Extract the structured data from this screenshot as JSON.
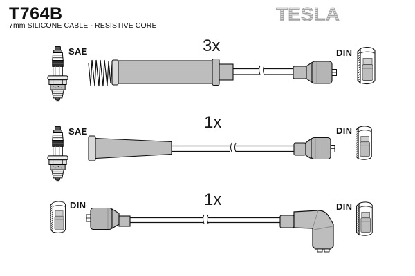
{
  "header": {
    "part_number": "T764B",
    "subtitle": "7mm SILICONE CABLE - RESISTIVE CORE",
    "brand": "TESLA"
  },
  "rows": [
    {
      "quantity_label": "3x",
      "left_connector_label": "SAE",
      "right_connector_label": "DIN",
      "left_icon": "spark-plug-icon",
      "right_icon": "din-connector-icon",
      "cable_features": "coil-spring, straight cylindrical boot, wire with break mark, tapered distributor boot"
    },
    {
      "quantity_label": "1x",
      "left_connector_label": "SAE",
      "right_connector_label": "DIN",
      "left_icon": "spark-plug-icon",
      "right_icon": "din-connector-icon",
      "cable_features": "long tapered plug boot, wire with break mark, tapered distributor boot"
    },
    {
      "quantity_label": "1x",
      "left_connector_label": "DIN",
      "right_connector_label": "DIN",
      "left_icon": "din-connector-icon",
      "right_icon": "din-connector-icon",
      "cable_features": "straight distributor boot, wire with break mark, angled elbow boot"
    }
  ],
  "colors": {
    "boot_gray": "#bdbdbd",
    "boot_gray_dark": "#b5b5b5",
    "outline": "#111111",
    "logo_gray": "#a6a6a6",
    "background": "#ffffff"
  }
}
